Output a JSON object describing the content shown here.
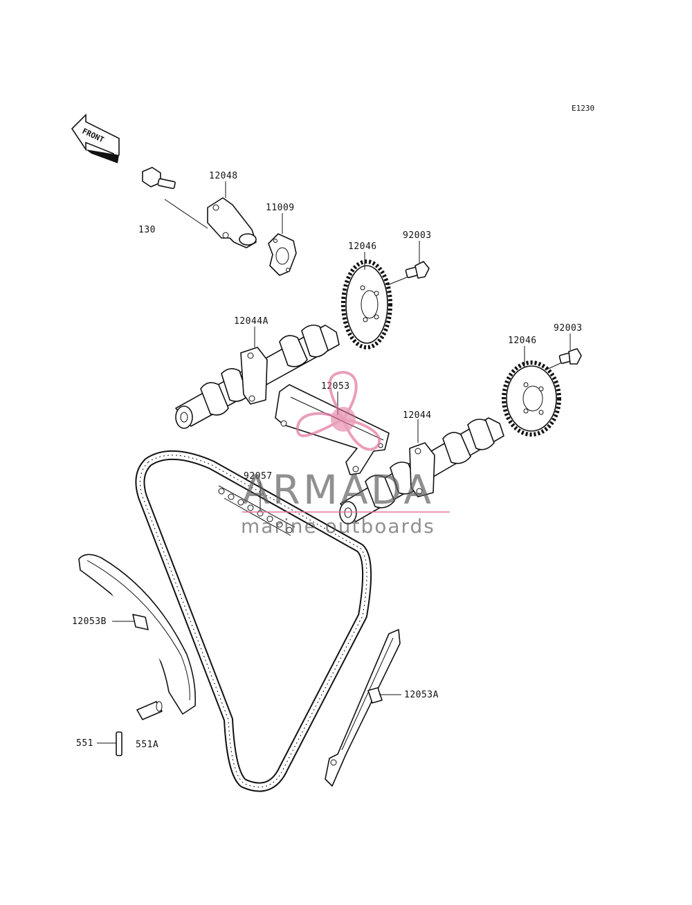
{
  "diagram_code": "E1230",
  "front_marker": "FRONT",
  "parts": {
    "p130": "130",
    "p12048": "12048",
    "p11009": "11009",
    "p12046_top": "12046",
    "p92003_top": "92003",
    "p12044A": "12044A",
    "p12053": "12053",
    "p12046_right": "12046",
    "p92003_right": "92003",
    "p12044": "12044",
    "p92057": "92057",
    "p12053B": "12053B",
    "p12053A": "12053A",
    "p551": "551",
    "p551A": "551A"
  },
  "watermark": {
    "brand": "ARMADA",
    "tagline": "marine outboards",
    "color_dark": "#5b5b5b",
    "color_pink": "#e0709a"
  }
}
